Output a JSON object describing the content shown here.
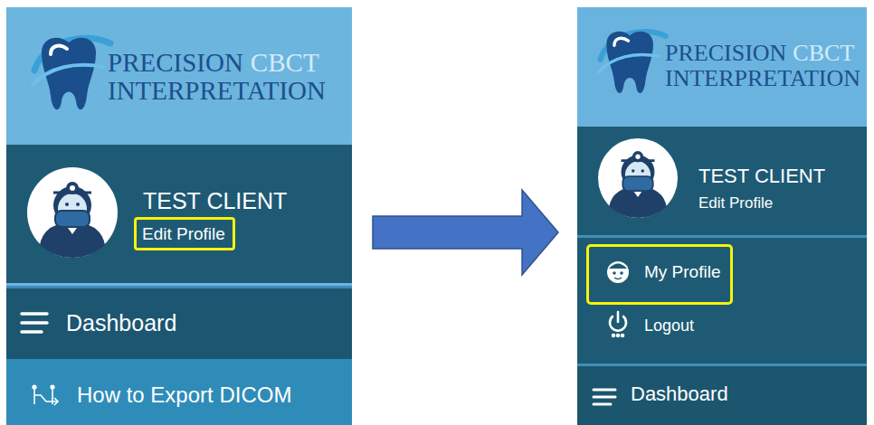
{
  "diagram": {
    "nodes": [
      {
        "text": [
          "PRECISION",
          "CBCT",
          "INTERPRETATION"
        ]
      },
      {
        "text": [
          "TEST CLIENT"
        ],
        "in": 0
      },
      {
        "text": [
          "Edit Profile"
        ],
        "in": 1
      },
      {
        "text": [
          "Dashboard"
        ],
        "in": 0
      },
      {
        "text": [
          "How to Export DICOM"
        ],
        "in": 0
      },
      {
        "text": [
          "PRECISION",
          "CBCT",
          "INTERPRETATION"
        ]
      },
      {
        "text": [
          "TEST CLIENT",
          "Edit Profile"
        ],
        "in": 5
      },
      {
        "text": [
          "Logout"
        ],
        "in": 5
      },
      {
        "text": [
          "My Profile"
        ],
        "in": 7
      },
      {
        "text": [
          "Dashboard"
        ],
        "in": 5
      }
    ],
    "edges": [
      {
        "from": 0,
        "to": 5,
        "arrow": "to"
      }
    ]
  }
}
